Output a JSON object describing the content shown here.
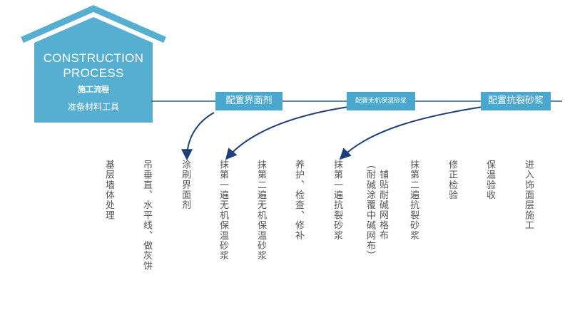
{
  "house": {
    "title_line1": "CONSTRUCTION",
    "title_line2": "PROCESS",
    "subtitle": "施工流程",
    "caption": "准备材料工具"
  },
  "stages": [
    {
      "label": "配置界面剂"
    },
    {
      "label": "配置无机保温砂浆"
    },
    {
      "label": "配置抗裂砂浆"
    }
  ],
  "steps": [
    {
      "text": "基层墙体处理"
    },
    {
      "text": "吊垂直、水平线、做灰饼"
    },
    {
      "text": "涂刷界面剂"
    },
    {
      "text": "抹第一遍无机保温砂浆"
    },
    {
      "text": "抹第二遍无机保温砂浆"
    },
    {
      "text": "养护、检查、修补"
    },
    {
      "text": "抹第一遍抗裂砂浆"
    },
    {
      "text": "铺贴耐碱网格布"
    },
    {
      "text": "（耐碱涂覆中碱网布）"
    },
    {
      "text": "抹第二遍抗裂砂浆"
    },
    {
      "text": "修正检验"
    },
    {
      "text": "保温验收"
    },
    {
      "text": "进入饰面层施工"
    }
  ],
  "colors": {
    "house_fill": "#56afd1",
    "roof_stroke": "#56afd1",
    "stage_fill": "#4aa8cf",
    "timeline": "#2a5a88",
    "arrow": "#1f3f7a",
    "step_text": "#555555"
  }
}
